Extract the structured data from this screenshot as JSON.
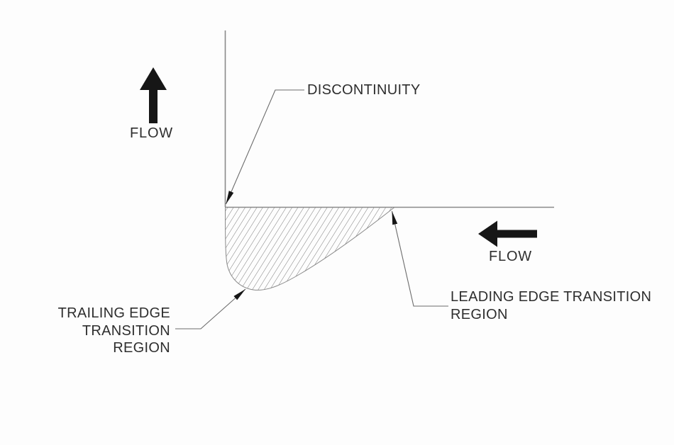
{
  "diagram": {
    "type": "engineering-flow-diagram",
    "labels": {
      "discontinuity": "DISCONTINUITY",
      "flow_vertical": "FLOW",
      "flow_horizontal": "FLOW",
      "leading_edge_line1": "LEADING EDGE TRANSITION",
      "leading_edge_line2": "REGION",
      "trailing_edge_line1": "TRAILING EDGE",
      "trailing_edge_line2": "TRANSITION",
      "trailing_edge_line3": "REGION"
    },
    "arrows": {
      "flow_vertical_direction": "up",
      "flow_horizontal_direction": "left"
    },
    "colors": {
      "background": "#fdfdfd",
      "line": "#8a8a8a",
      "leader": "#6b6b6b",
      "hatch": "#7a7a7a",
      "arrow": "#161616",
      "text": "#2e2e2e"
    }
  }
}
